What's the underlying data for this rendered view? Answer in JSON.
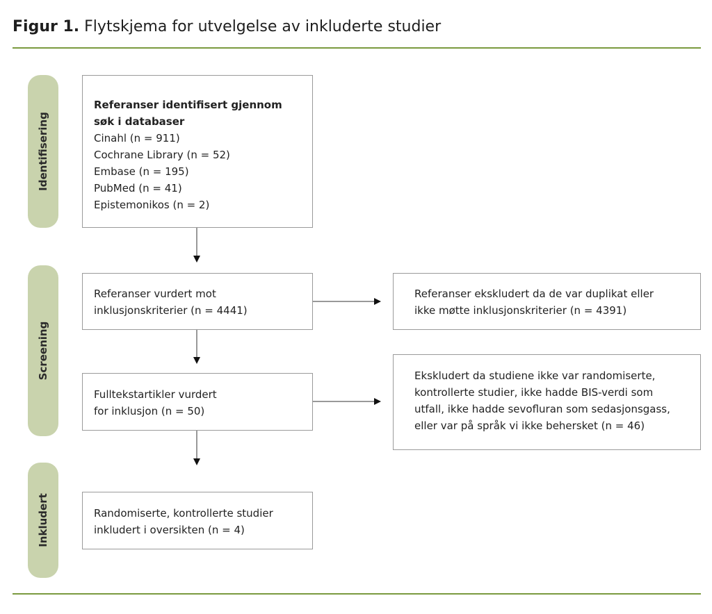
{
  "title": {
    "prefix": "Figur 1.",
    "text": "Flytskjema for utvelgelse av inkluderte studier"
  },
  "phases": {
    "identification": "Identifisering",
    "screening": "Screening",
    "included": "Inkludert"
  },
  "boxes": {
    "identified": {
      "heading": [
        "Referanser identifisert gjennom",
        "søk i databaser"
      ],
      "lines": [
        "Cinahl (n = 911)",
        "Cochrane Library (n = 52)",
        "Embase (n = 195)",
        "PubMed (n = 41)",
        "Epistemonikos (n = 2)"
      ]
    },
    "screened": {
      "lines": [
        "Referanser vurdert mot",
        "inklusjonskriterier (n = 4441)"
      ]
    },
    "excluded_screen": {
      "lines": [
        "Referanser ekskludert da de var duplikat eller",
        "ikke møtte inklusjonskriterier (n = 4391)"
      ]
    },
    "fulltext": {
      "lines": [
        "Fulltekstartikler vurdert",
        "for inklusjon (n = 50)"
      ]
    },
    "excluded_fulltext": {
      "lines": [
        "Ekskludert da studiene ikke var randomiserte,",
        "kontrollerte studier, ikke hadde BIS-verdi som",
        "utfall, ikke hadde sevofluran som sedasjonsgass,",
        "eller var på språk vi ikke behersket (n = 46)"
      ]
    },
    "included": {
      "lines": [
        "Randomiserte, kontrollerte studier",
        "inkludert i oversikten (n = 4)"
      ]
    }
  }
}
